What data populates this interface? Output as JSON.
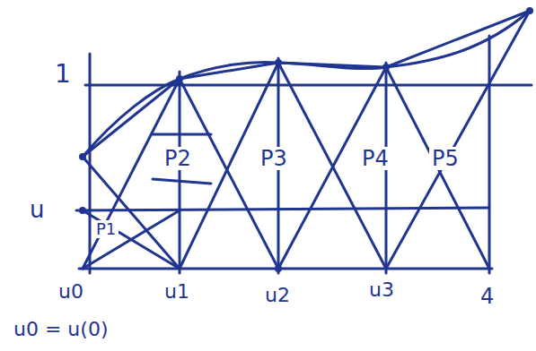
{
  "diagram": {
    "labels": [
      "1",
      "u",
      "P1",
      "P2",
      "P3",
      "P4",
      "P5",
      "u0",
      "u1",
      "u2",
      "u3",
      "4",
      "u0 = u(0)"
    ]
  }
}
